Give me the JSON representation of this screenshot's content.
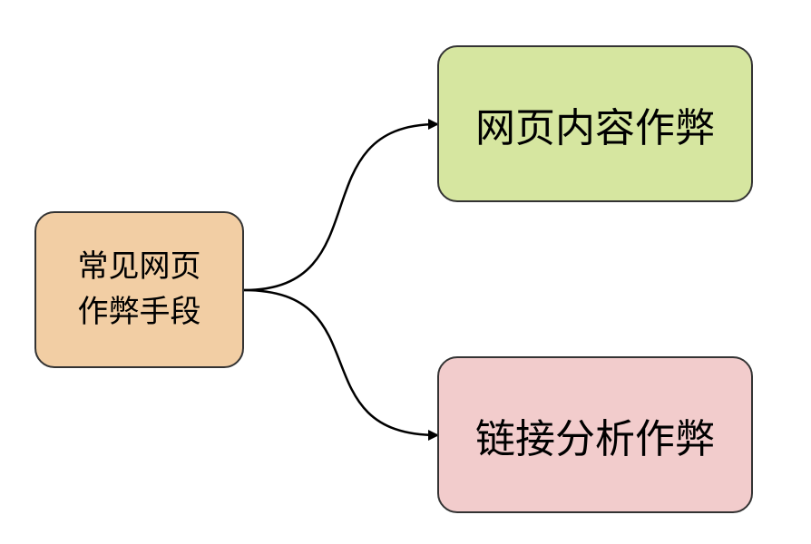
{
  "colors": {
    "root_fill": "#f2cea4",
    "top_fill": "#d6e6a0",
    "bottom_fill": "#f2cccc",
    "stroke": "#333333",
    "edge": "#000000"
  },
  "root": {
    "line1": "常见网页",
    "line2": "作弊手段"
  },
  "children": [
    {
      "label": "网页内容作弊"
    },
    {
      "label": "链接分析作弊"
    }
  ]
}
